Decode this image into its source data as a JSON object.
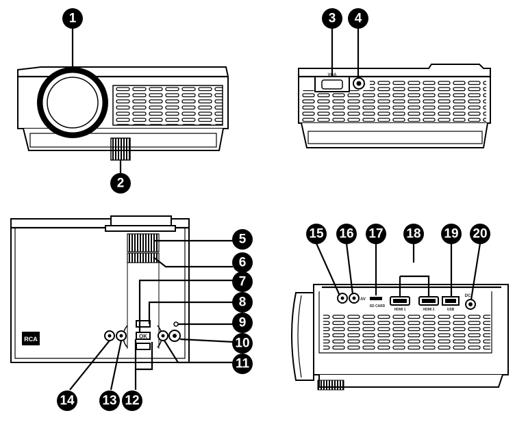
{
  "callouts": [
    "1",
    "2",
    "3",
    "4",
    "5",
    "6",
    "7",
    "8",
    "9",
    "10",
    "11",
    "12",
    "13",
    "14",
    "15",
    "16",
    "17",
    "18",
    "19",
    "20"
  ],
  "labels": {
    "brand": "RCA",
    "ok": "OK",
    "vga": "VGA",
    "av": "AV",
    "sd_card": "SD CARD",
    "hdmi1": "HDMI 1",
    "hdmi2": "HDMI 2",
    "usb": "USB",
    "dc": "DC"
  },
  "colors": {
    "ink": "#000000",
    "paper": "#ffffff",
    "shade": "#c8c8c8"
  }
}
